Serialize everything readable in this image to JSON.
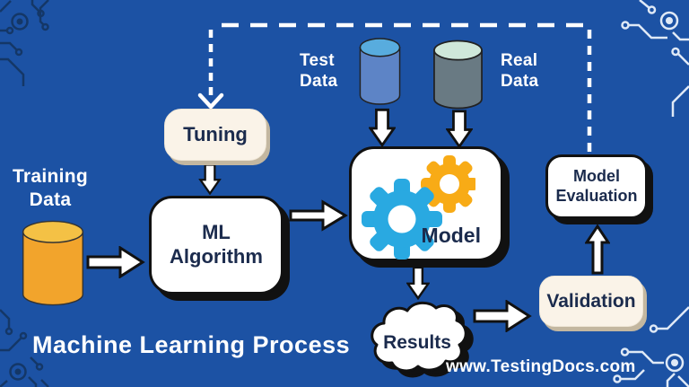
{
  "diagram": {
    "title": "Machine Learning Process",
    "watermark": "www.TestingDocs.com",
    "nodes": {
      "training_data": {
        "line1": "Training",
        "line2": "Data"
      },
      "test_data": {
        "line1": "Test",
        "line2": "Data"
      },
      "real_data": {
        "line1": "Real",
        "line2": "Data"
      },
      "tuning": {
        "label": "Tuning"
      },
      "ml_algorithm": {
        "line1": "ML",
        "line2": "Algorithm"
      },
      "model": {
        "label": "Model"
      },
      "model_evaluation": {
        "line1": "Model",
        "line2": "Evaluation"
      },
      "validation": {
        "label": "Validation"
      },
      "results": {
        "label": "Results"
      }
    },
    "edges": [
      "training_data -> ml_algorithm",
      "tuning -> ml_algorithm",
      "ml_algorithm -> model",
      "test_data -> model",
      "real_data -> model",
      "model -> results",
      "results -> validation",
      "validation -> model_evaluation",
      "model_evaluation -> tuning (dashed feedback)"
    ],
    "colors": {
      "background": "#1c52a4",
      "text_navy": "#1b2b4d",
      "box_white": "#ffffff",
      "box_cream": "#faf3e8",
      "outline_black": "#111111",
      "gear_blue": "#29a9e1",
      "gear_yellow": "#f8ab16",
      "cylinder_training_body": "#f2a42c",
      "cylinder_training_top": "#f4c145",
      "cylinder_test_body": "#5d84c6",
      "cylinder_test_top": "#58acde",
      "cylinder_real_body": "#697a83",
      "cylinder_real_top": "#cfe8da",
      "circuit_dark": "#143767",
      "circuit_light": "#dfe9f6",
      "dashed_line": "#ffffff"
    }
  }
}
